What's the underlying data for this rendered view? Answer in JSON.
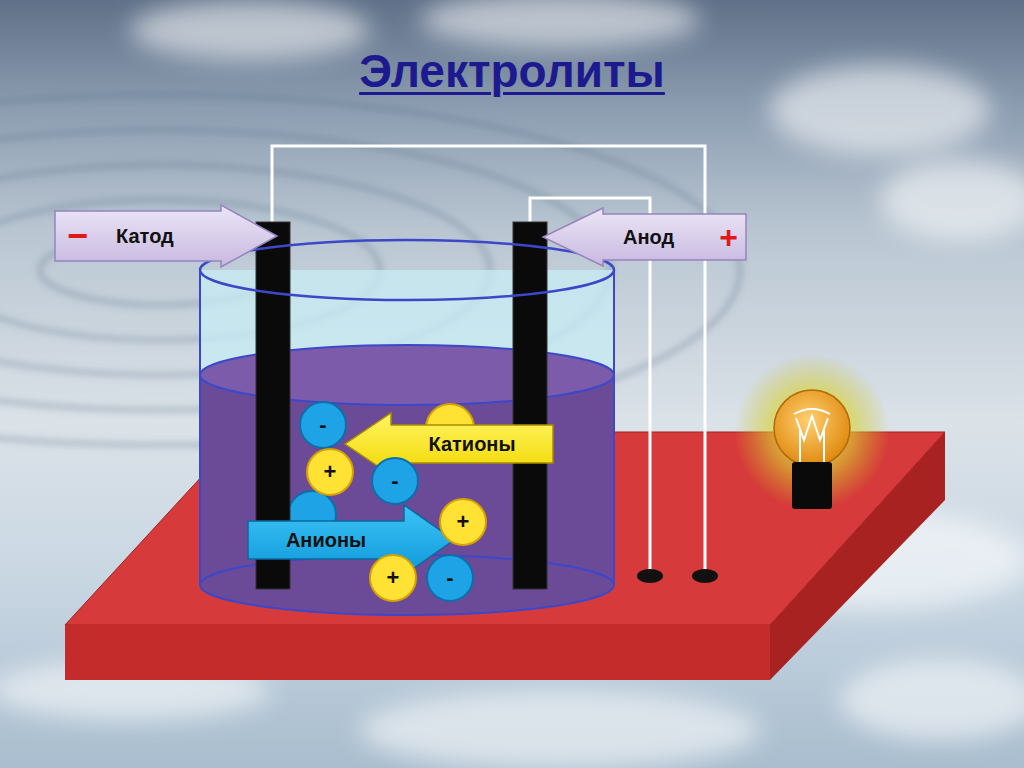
{
  "diagram": {
    "title": "Электролиты",
    "nodes": [
      {
        "text": [
          "−",
          "Катод"
        ]
      },
      {
        "text": [
          "Анод",
          "+"
        ]
      },
      {
        "text": [
          "-"
        ]
      },
      {
        "text": [
          "Катионы"
        ]
      },
      {
        "text": [
          "+"
        ]
      },
      {
        "text": [
          "-"
        ]
      },
      {
        "text": [
          "Анионы"
        ]
      },
      {
        "text": [
          "+"
        ]
      },
      {
        "text": [
          "+"
        ]
      },
      {
        "text": [
          "-"
        ]
      }
    ]
  }
}
